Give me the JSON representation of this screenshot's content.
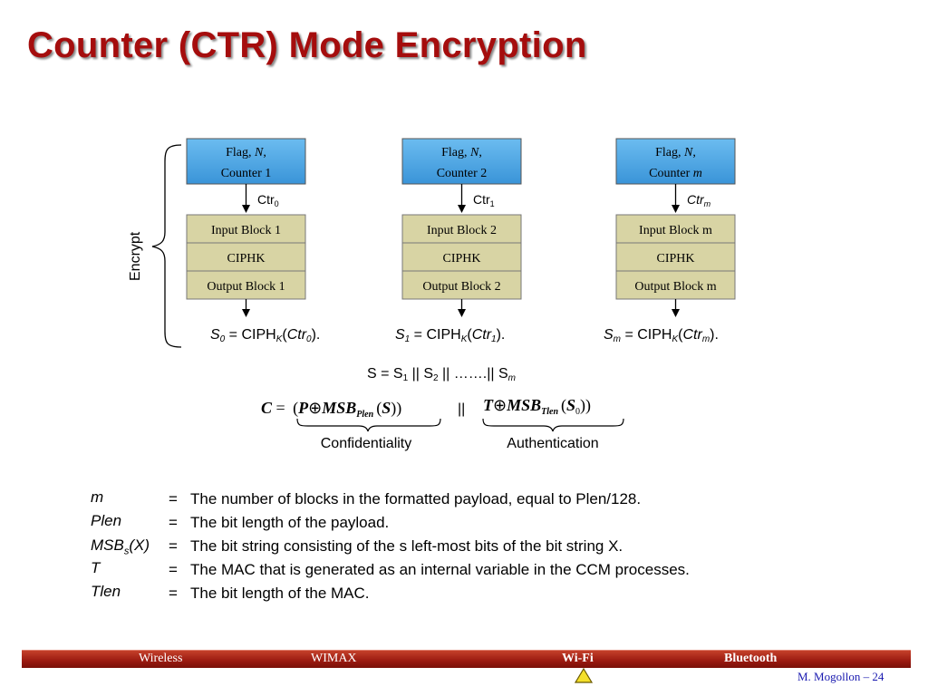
{
  "title": "Counter (CTR) Mode Encryption",
  "encrypt_label": "Encrypt",
  "columns": [
    {
      "head_line1": "Flag, ",
      "head_n": "N",
      "head_comma": ",",
      "head_line2": "Counter 1",
      "head_line2_var": "",
      "ctr_main": "Ctr",
      "ctr_sub": "0",
      "ctr_italic": false,
      "input": "Input Block 1",
      "ciph": "CIPHK",
      "output": "Output Block 1",
      "s_var": "S",
      "s_sub": "0",
      "s_rest": " = CIPH",
      "s_k": "K",
      "s_open": "(",
      "s_ctr": "Ctr",
      "s_ctr_sub": "0",
      "s_close": ")."
    },
    {
      "head_line1": "Flag, ",
      "head_n": "N",
      "head_comma": ",",
      "head_line2": "Counter 2",
      "head_line2_var": "",
      "ctr_main": "Ctr",
      "ctr_sub": "1",
      "ctr_italic": false,
      "input": "Input Block 2",
      "ciph": "CIPHK",
      "output": "Output Block 2",
      "s_var": "S",
      "s_sub": "1",
      "s_rest": " = CIPH",
      "s_k": "K",
      "s_open": "(",
      "s_ctr": "Ctr",
      "s_ctr_sub": "1",
      "s_close": ")."
    },
    {
      "head_line1": "Flag, ",
      "head_n": "N",
      "head_comma": ",",
      "head_line2": "Counter ",
      "head_line2_var": "m",
      "ctr_main": "Ctr",
      "ctr_sub": "m",
      "ctr_italic": true,
      "input": "Input Block m",
      "ciph": "CIPHK",
      "output": "Output Block m",
      "s_var": "S",
      "s_sub": "m",
      "s_rest": " = CIPH",
      "s_k": "K",
      "s_open": "(",
      "s_ctr": "Ctr",
      "s_ctr_sub": "m",
      "s_close": ")."
    }
  ],
  "s_formula": {
    "part1": "S = S",
    "sub1": "1",
    "part2": " || S",
    "sub2": "2",
    "part3": " || …….|| S",
    "sub3": "m"
  },
  "c_formula": {
    "c": "C",
    "eq": " = ",
    "open": "(",
    "p": "P",
    "oplus": "⊕",
    "msb": "MSB",
    "plen": "Plen",
    "s_open": "(",
    "s": "S",
    "s_close": "))",
    "bars": "||",
    "t": "T",
    "oplus2": "⊕",
    "msb2": "MSB",
    "tlen": "Tlen",
    "s0_open": "(",
    "s0": "S",
    "s0_sub": "0",
    "s0_close": "))"
  },
  "brace_labels": {
    "confidentiality": "Confidentiality",
    "authentication": "Authentication"
  },
  "definitions": [
    {
      "term": "m",
      "term_sub": "",
      "term_rest": "",
      "eq": "=",
      "desc": "The number of blocks in the formatted payload, equal to Plen/128."
    },
    {
      "term": "Plen",
      "term_sub": "",
      "term_rest": "",
      "eq": "=",
      "desc": "The bit length of the payload."
    },
    {
      "term": "MSB",
      "term_sub": "s",
      "term_rest": "(X)",
      "eq": "=",
      "desc": "The bit string consisting of the s left-most bits of the bit string X."
    },
    {
      "term": "T",
      "term_sub": "",
      "term_rest": "",
      "eq": "=",
      "desc": "The MAC that is generated as an internal variable in the CCM processes."
    },
    {
      "term": "Tlen",
      "term_sub": "",
      "term_rest": "",
      "eq": "=",
      "desc": "The bit length of the MAC."
    }
  ],
  "footer": {
    "items": [
      "Wireless",
      "WIMAX",
      "Wi-Fi",
      "Bluetooth"
    ],
    "active": "Wi-Fi",
    "author": "M. Mogollon – 24"
  },
  "colors": {
    "title": "#a50d0d",
    "head_box": "#4aa3e0",
    "block_box": "#d8d4a4",
    "footer": "#9a1a10"
  }
}
